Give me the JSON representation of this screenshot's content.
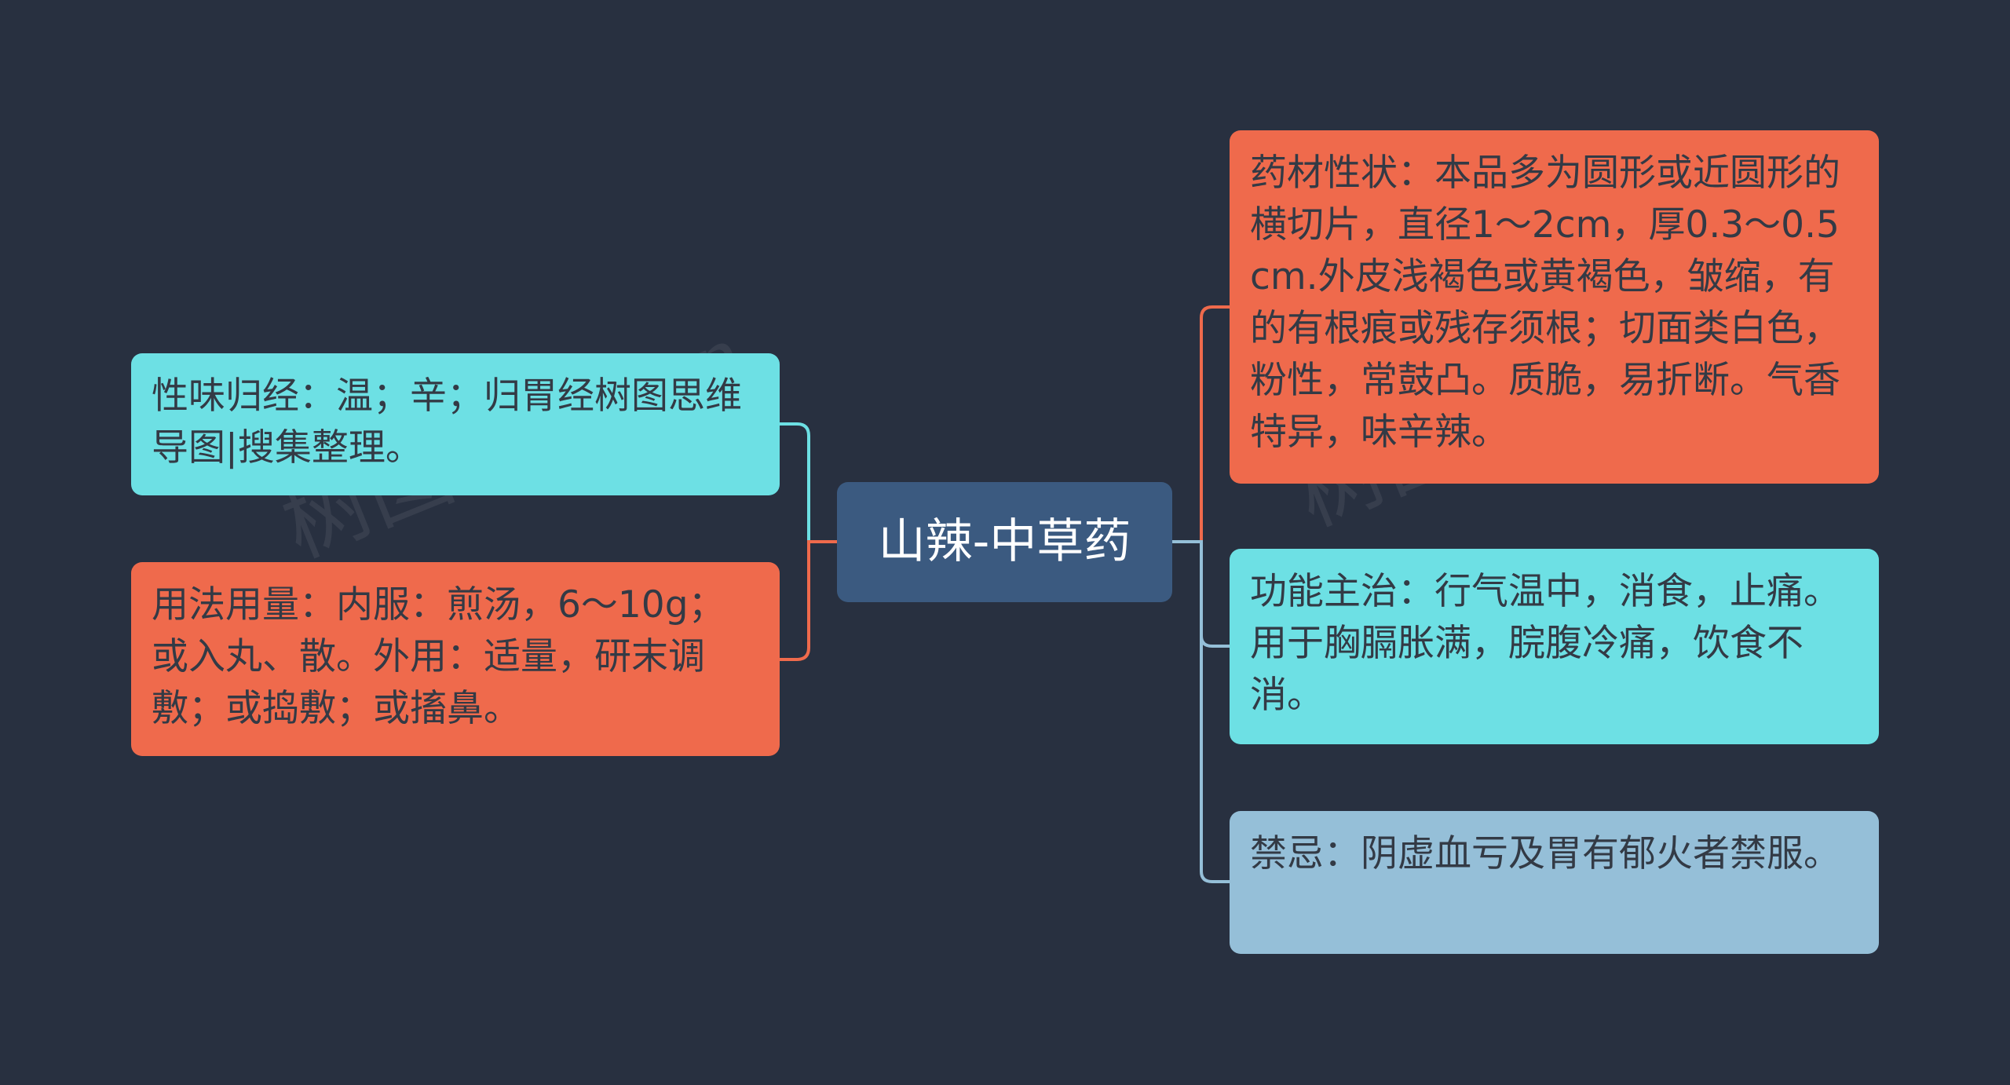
{
  "colors": {
    "background": "#283040",
    "center": "#3b5a80",
    "cyan": "#6de0e4",
    "orange": "#ef6a4c",
    "blue_gray": "#95bfd8"
  },
  "center": {
    "text": "山辣-中草药"
  },
  "left": [
    {
      "text": "性味归经：温；辛；归胃经树图思维导图|搜集整理。",
      "color": "#6de0e4"
    },
    {
      "text": "用法用量：内服：煎汤，6～10g；或入丸、散。外用：适量，研末调敷；或捣敷；或搐鼻。",
      "color": "#ef6a4c"
    }
  ],
  "right": [
    {
      "text": "药材性状：本品多为圆形或近圆形的横切片，直径1～2cm，厚0.3～0.5cm.外皮浅褐色或黄褐色，皱缩，有的有根痕或残存须根；切面类白色，粉性，常鼓凸。质脆，易折断。气香特异，味辛辣。",
      "color": "#ef6a4c"
    },
    {
      "text": "功能主治：行气温中，消食，止痛。用于胸膈胀满，脘腹冷痛，饮食不消。",
      "color": "#6de0e4"
    },
    {
      "text": "禁忌：阴虚血亏及胃有郁火者禁服。",
      "color": "#95bfd8"
    }
  ],
  "watermark": "树图 shutu.cn"
}
